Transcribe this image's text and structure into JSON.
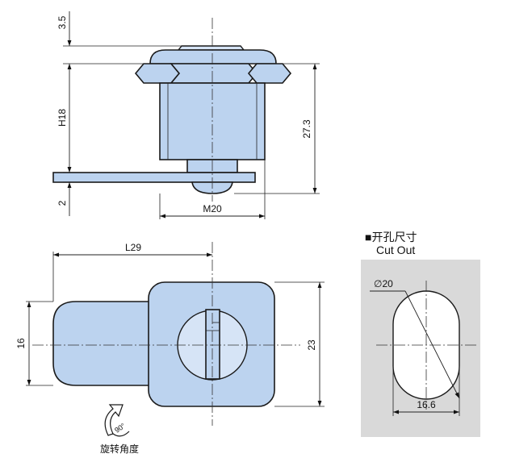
{
  "side_view": {
    "dim_top_gap": "3.5",
    "dim_height": "H18",
    "dim_overall": "27.3",
    "dim_plate": "2",
    "dim_thread": "M20"
  },
  "front_view": {
    "dim_length": "L29",
    "dim_cam_width": "16",
    "dim_head": "23",
    "rotation_angle": "90°",
    "rotation_caption": "旋转角度"
  },
  "cutout": {
    "title_cn": "■开孔尺寸",
    "title_en": "Cut Out",
    "dim_diameter": "∅20",
    "dim_flat": "16.6",
    "panel_color": "#d9d9d9"
  },
  "colors": {
    "part_fill": "#bcd3ef",
    "outline": "#1a1a1a"
  }
}
